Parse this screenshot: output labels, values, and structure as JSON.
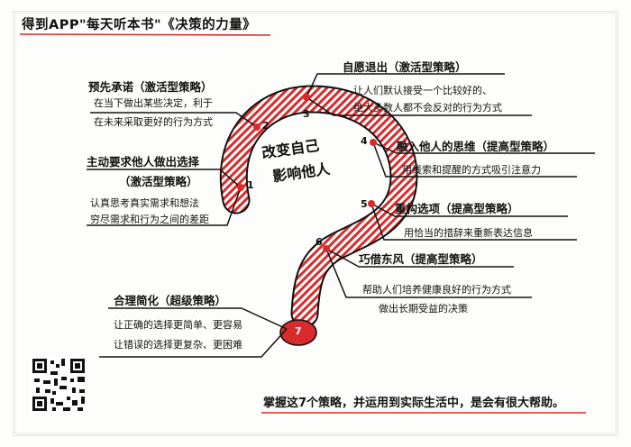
{
  "title": "得到APP\"每天听本书\"《决策的力量》",
  "center": {
    "line1": "改变自己",
    "line2": "影响他人"
  },
  "strategies": [
    {
      "num": "1",
      "heading": "主动要求他人做出选择",
      "sub": "（激活型策略）",
      "desc1": "认真思考真实需求和想法",
      "desc2": "穷尽需求和行为之间的差距"
    },
    {
      "num": "2",
      "heading": "预先承诺（激活型策略）",
      "desc1": "在当下做出某些决定，利于",
      "desc2": "在未来采取更好的行为方式"
    },
    {
      "num": "3",
      "heading": "自愿退出（激活型策略）",
      "desc1": "让人们默认接受一个比较好的、",
      "desc2": "绝大多数人都不会反对的行为方式"
    },
    {
      "num": "4",
      "heading": "融入他人的思维（提高型策略）",
      "desc1": "用线索和提醒的方式吸引注意力"
    },
    {
      "num": "5",
      "heading": "重构选项（提高型策略）",
      "desc1": "用恰当的措辞来重新表达信息"
    },
    {
      "num": "6",
      "heading": "巧借东风（提高型策略）",
      "desc1": "帮助人们培养健康良好的行为方式",
      "desc2": "做出长期受益的决策"
    },
    {
      "num": "7",
      "heading": "合理简化（超级策略）",
      "desc1": "让正确的选择更简单、更容易",
      "desc2": "让错误的选择更复杂、更困难"
    }
  ],
  "footer": "掌握这7个策略，并运用到实际生活中，是会有很大帮助。",
  "colors": {
    "accent": "#d92b2b",
    "ink": "#111111"
  }
}
